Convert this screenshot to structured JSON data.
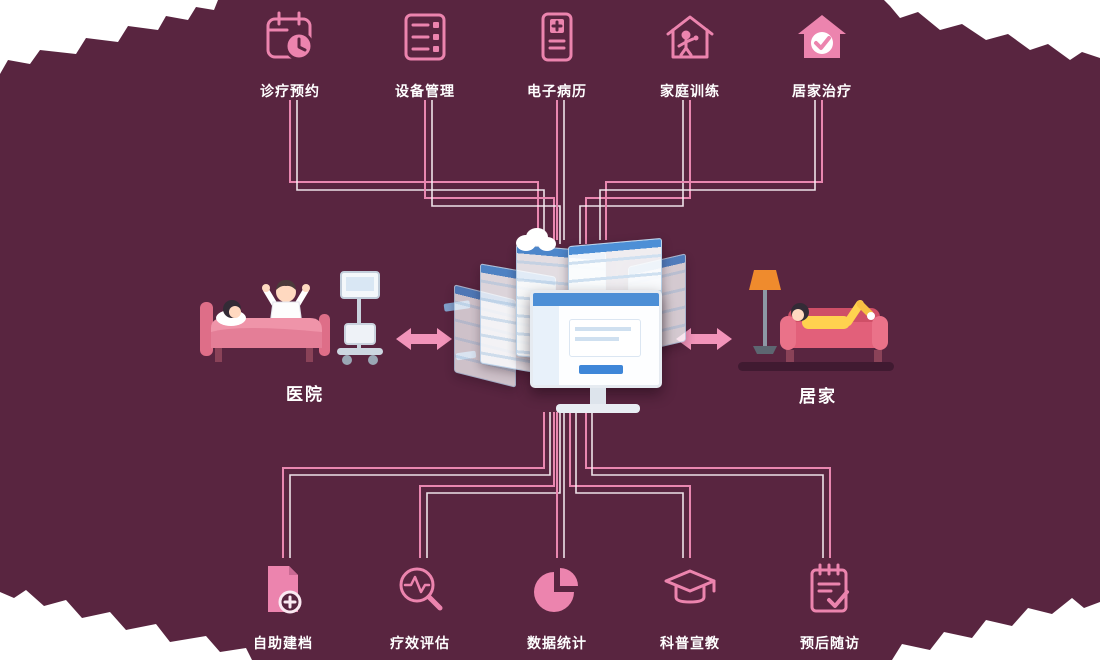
{
  "colors": {
    "background": "#592540",
    "accent_pink": "#ec84ae",
    "line_pink": "#e987b0",
    "line_white": "#f6ebf1",
    "arrow_pink": "#f294ba"
  },
  "top_features": [
    {
      "icon": "calendar-clock-icon",
      "label": "诊疗预约"
    },
    {
      "icon": "server-icon",
      "label": "设备管理"
    },
    {
      "icon": "medical-record-icon",
      "label": "电子病历"
    },
    {
      "icon": "home-training-icon",
      "label": "家庭训练"
    },
    {
      "icon": "home-care-check-icon",
      "label": "居家治疗"
    }
  ],
  "bottom_features": [
    {
      "icon": "file-plus-icon",
      "label": "自助建档"
    },
    {
      "icon": "magnifier-wave-icon",
      "label": "疗效评估"
    },
    {
      "icon": "pie-chart-icon",
      "label": "数据统计"
    },
    {
      "icon": "graduation-cap-icon",
      "label": "科普宣教"
    },
    {
      "icon": "notepad-check-icon",
      "label": "预后随访"
    }
  ],
  "scenes": {
    "hospital_label": "医院",
    "home_label": "居家"
  }
}
